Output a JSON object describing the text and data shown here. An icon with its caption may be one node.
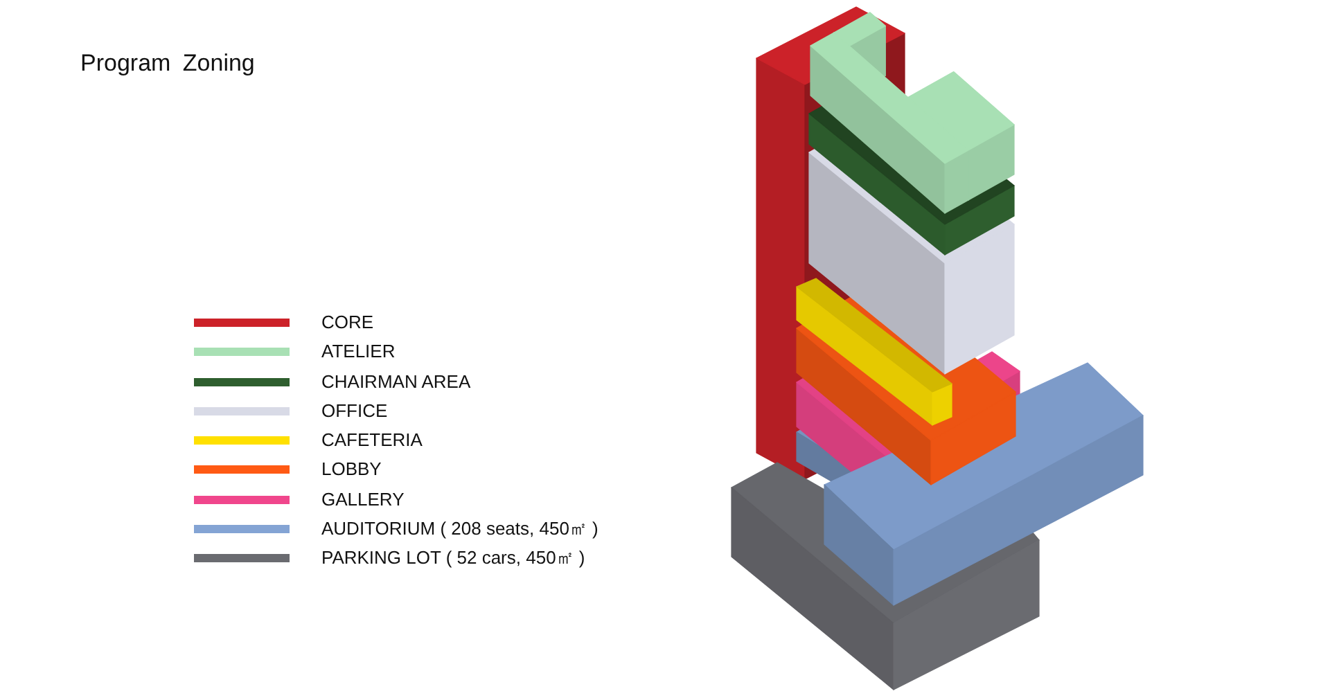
{
  "diagram": {
    "title": "Program Zoning",
    "legend": [
      {
        "text": "CORE",
        "color": "#cc2229"
      },
      {
        "text": "ATELIER",
        "color": "#a8e0b4"
      },
      {
        "text": "CHAIRMAN AREA",
        "color": "#2e5e2e"
      },
      {
        "text": "OFFICE",
        "color": "#d8dae6"
      },
      {
        "text": "CAFETERIA",
        "color": "#ffe000"
      },
      {
        "text": "LOBBY",
        "color": "#ff5a14"
      },
      {
        "text": "GALLERY",
        "color": "#f0468c"
      },
      {
        "text": "AUDITORIUM ( 208 seats, 450㎡ )",
        "color": "#84a4d4"
      },
      {
        "text": "PARKING LOT ( 52 cars, 450㎡ )",
        "color": "#6a6b70"
      }
    ]
  }
}
